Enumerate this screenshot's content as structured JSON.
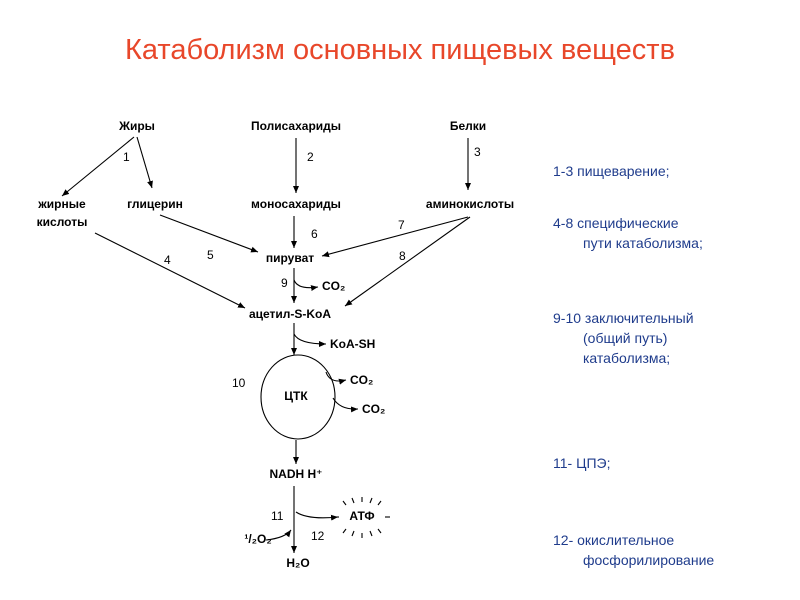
{
  "title": "Катаболизм основных пищевых веществ",
  "diagram": {
    "nodes": {
      "fats": "Жиры",
      "polysaccharides": "Полисахариды",
      "proteins": "Белки",
      "fatty_acids_1": "жирные",
      "fatty_acids_2": "кислоты",
      "glycerol": "глицерин",
      "monosaccharides": "моносахариды",
      "amino_acids": "аминокислоты",
      "pyruvate": "пируват",
      "co2_pyruvate": "CO₂",
      "acetyl_coa": "ацетил-S-KoA",
      "koa_sh": "KoA-SH",
      "tca": "ЦТК",
      "co2_tca_1": "CO₂",
      "co2_tca_2": "CO₂",
      "nadh": "NADH H⁺",
      "atp": "АТФ",
      "half_o2": "¹/₂O₂",
      "h2o": "H₂O"
    },
    "step_numbers": [
      "1",
      "2",
      "3",
      "4",
      "5",
      "6",
      "7",
      "8",
      "9",
      "10",
      "11",
      "12"
    ]
  },
  "notes": [
    {
      "lines": [
        "1-3 пищеварение;"
      ]
    },
    {
      "lines": [
        "4-8 специфические",
        "пути катаболизма;"
      ]
    },
    {
      "lines": [
        "9-10 заключительный",
        "(общий путь)",
        "катаболизма;"
      ]
    },
    {
      "lines": [
        "11- ЦПЭ;"
      ]
    },
    {
      "lines": [
        "12- окислительное",
        "фосфорилирование"
      ]
    }
  ],
  "colors": {
    "title": "#e8472a",
    "notes": "#1f3c8c",
    "diagram": "#000000"
  }
}
